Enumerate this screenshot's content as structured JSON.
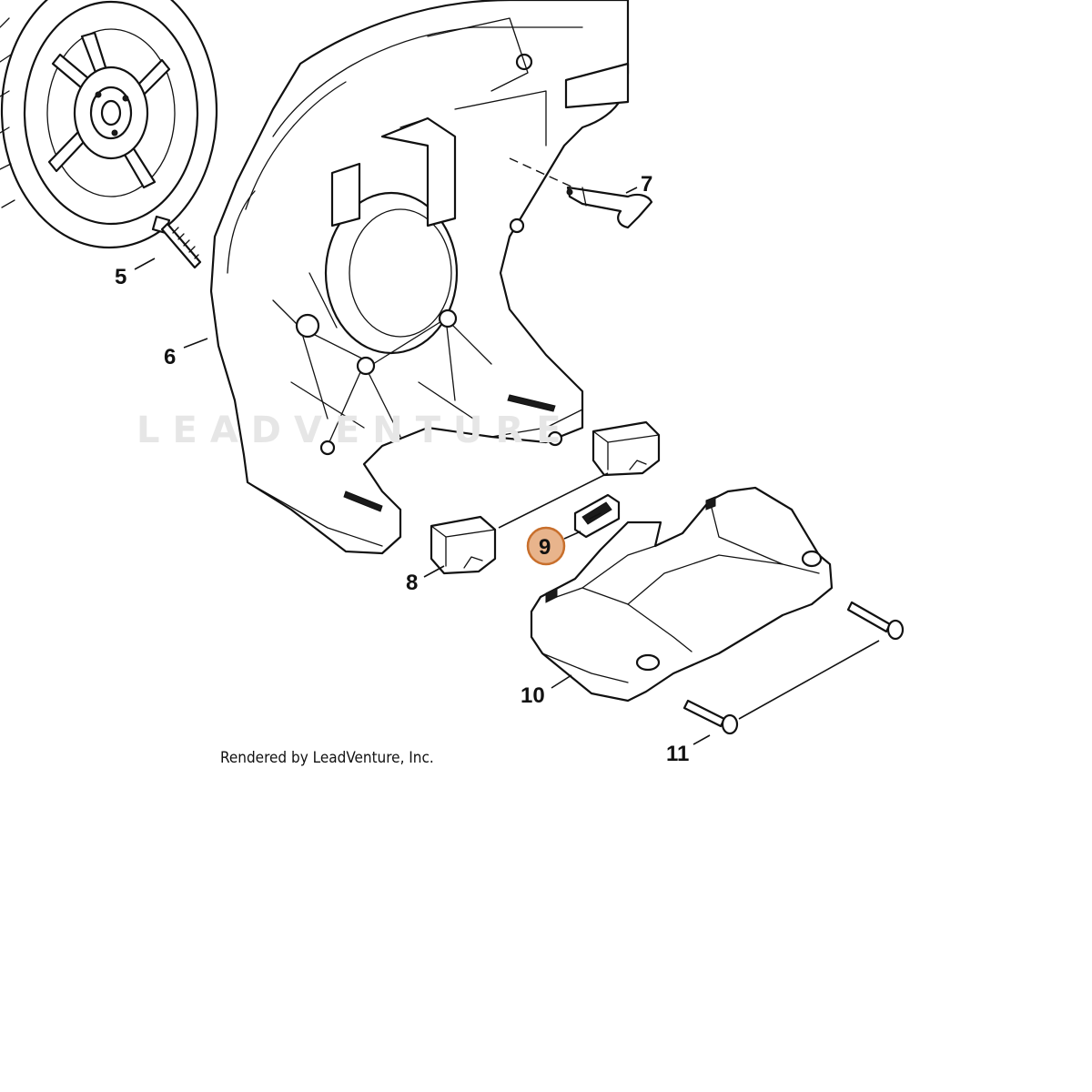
{
  "diagram": {
    "watermark": "LEADVENTURE",
    "credit": "Rendered by LeadVenture, Inc.",
    "highlight_color": "#e8b48c",
    "highlight_border_color": "#c86f2c",
    "callouts": [
      {
        "id": "5",
        "label": "5",
        "highlighted": false
      },
      {
        "id": "6",
        "label": "6",
        "highlighted": false
      },
      {
        "id": "7",
        "label": "7",
        "highlighted": false
      },
      {
        "id": "8",
        "label": "8",
        "highlighted": false
      },
      {
        "id": "9",
        "label": "9",
        "highlighted": true
      },
      {
        "id": "10",
        "label": "10",
        "highlighted": false
      },
      {
        "id": "11",
        "label": "11",
        "highlighted": false
      }
    ]
  }
}
